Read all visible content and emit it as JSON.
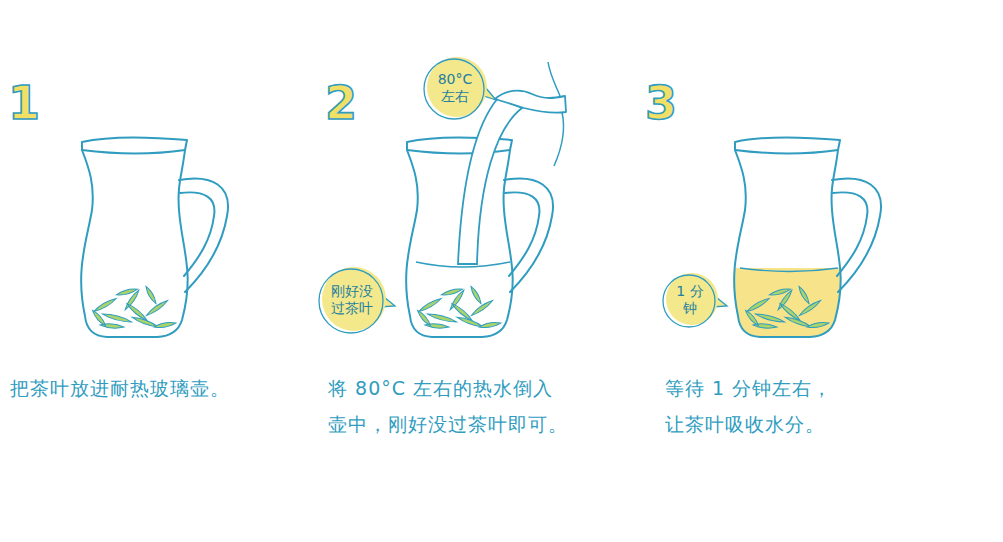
{
  "diagram": {
    "nodes": [
      {
        "text": [
          "80°C 左右"
        ]
      },
      {
        "text": [
          "刚好没 过茶叶"
        ]
      },
      {
        "text": [
          "1 分钟"
        ]
      }
    ],
    "labels": [
      "1",
      "2",
      "3",
      "把茶叶放进耐热玻璃壶。",
      "将 80°C 左右的热水倒入 壶中，刚好没过茶叶即可。",
      "等待 1 分钟左右， 让茶叶吸收水分。"
    ]
  }
}
